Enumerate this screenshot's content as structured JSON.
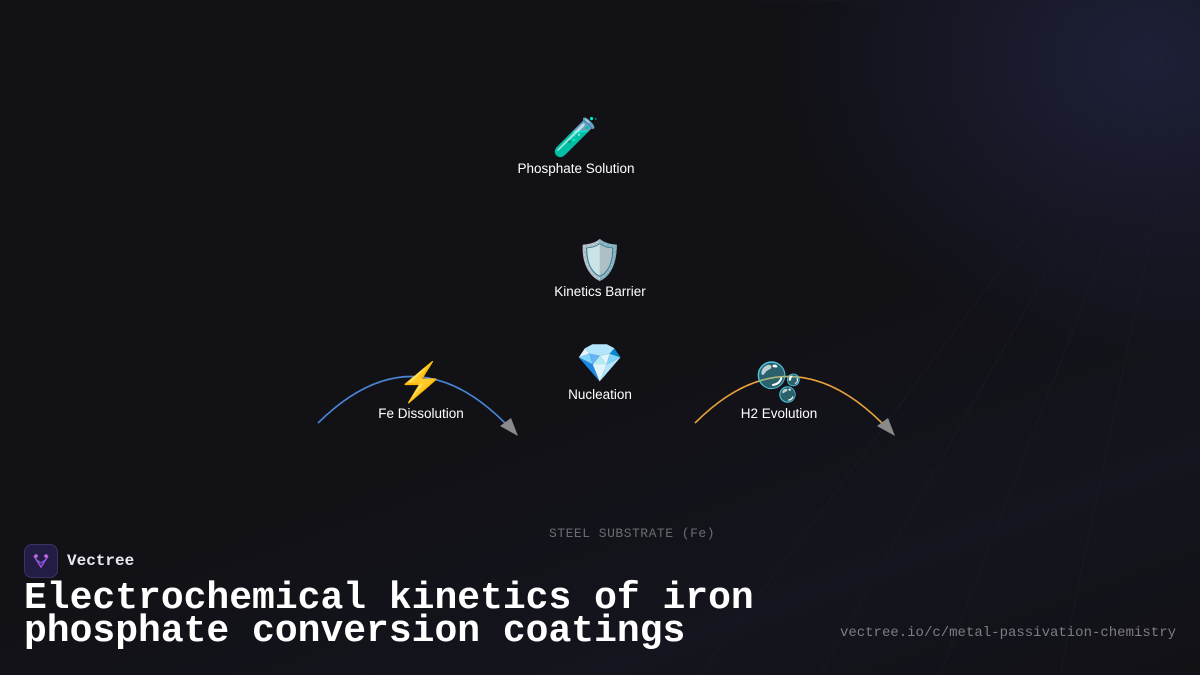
{
  "diagram": {
    "nodes": [
      {
        "id": "phosphate",
        "icon": "test-tube-icon",
        "glyph": "🧪",
        "label": "Phosphate Solution"
      },
      {
        "id": "barrier",
        "icon": "shield-icon",
        "glyph": "🛡️",
        "label": "Kinetics Barrier"
      },
      {
        "id": "nucleation",
        "icon": "gem-icon",
        "glyph": "💎",
        "label": "Nucleation"
      },
      {
        "id": "fe",
        "icon": "lightning-icon",
        "glyph": "⚡",
        "label": "Fe Dissolution"
      },
      {
        "id": "h2",
        "icon": "bubbles-icon",
        "glyph": "🫧",
        "label": "H2 Evolution"
      }
    ],
    "arcs": [
      {
        "id": "fe-arc",
        "color": "#4a86d8"
      },
      {
        "id": "h2-arc",
        "color": "#e8a13c"
      }
    ],
    "arrow_color": "#8a8a8a",
    "substrate_label": "STEEL SUBSTRATE (Fe)"
  },
  "brand": {
    "name": "Vectree",
    "logo_icon": "vectree-logo-icon"
  },
  "title": "Electrochemical kinetics of iron phosphate conversion coatings",
  "url": "vectree.io/c/metal-passivation-chemistry"
}
